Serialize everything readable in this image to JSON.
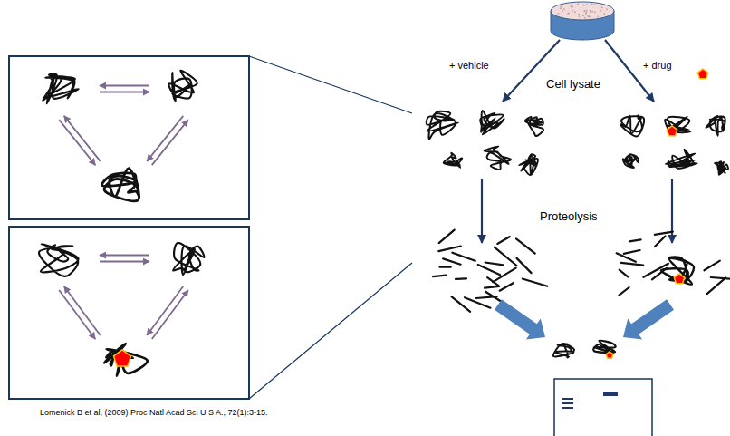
{
  "diagram": {
    "labels": [
      "+ vehicle",
      "Cell lysate",
      "+ drug",
      "Proteolysis",
      "Lomenick B et al, (2009) Proc Natl Acad Sci U S A., 72(1):3-15."
    ]
  }
}
